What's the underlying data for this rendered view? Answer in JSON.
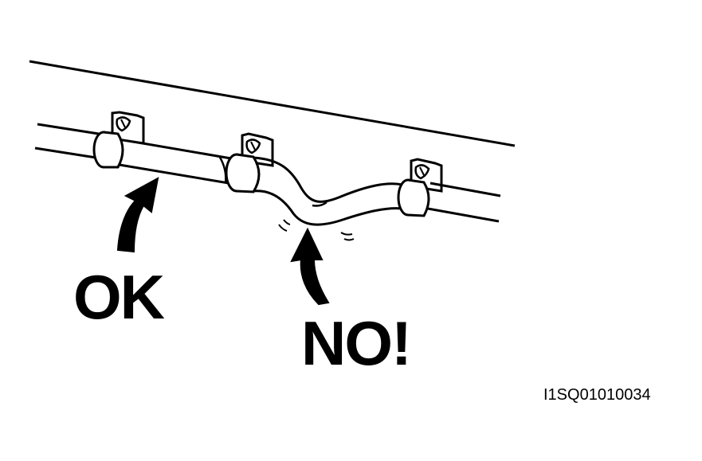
{
  "labels": {
    "ok": "OK",
    "no": "NO!",
    "figure_code": "I1SQ01010034"
  },
  "colors": {
    "ink": "#000000",
    "paper": "#ffffff"
  },
  "icons": {
    "ok_arrow": "curved-arrow-up-icon",
    "no_arrow": "curved-arrow-up-icon",
    "clamp": "pipe-clamp-icon"
  }
}
